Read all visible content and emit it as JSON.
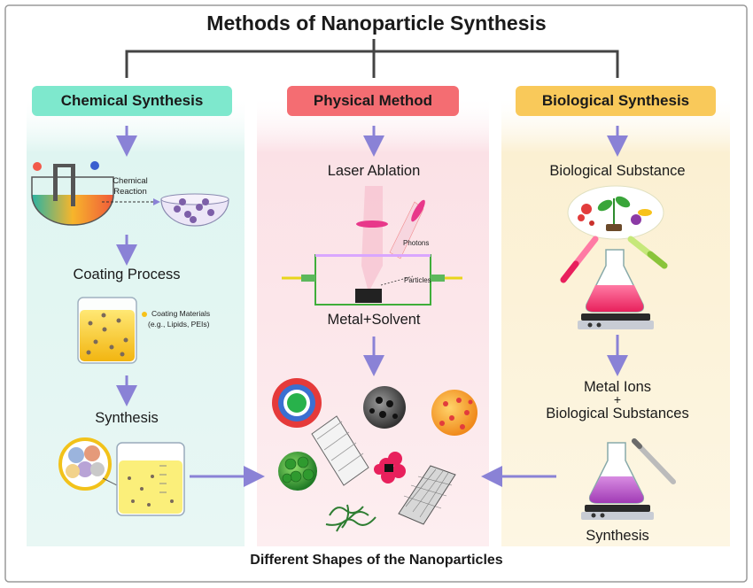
{
  "title": "Methods of Nanoparticle Synthesis",
  "columns": {
    "chemical": {
      "header": "Chemical Synthesis",
      "reaction_label": [
        "Chemical",
        "Reaction"
      ],
      "step1": "Coating Process",
      "coating_label": [
        "Coating Materials",
        "(e.g., Lipids, PEIs)"
      ],
      "step2": "Synthesis"
    },
    "physical": {
      "header": "Physical Method",
      "step1": "Laser Ablation",
      "photons_label": "Photons",
      "particles_label": "Particles",
      "step2": "Metal+Solvent"
    },
    "biological": {
      "header": "Biological Synthesis",
      "step1": "Biological Substance",
      "step2_lines": [
        "Metal Ions",
        "+",
        "Biological Substances"
      ],
      "step3": "Synthesis"
    }
  },
  "bottom_caption": "Different Shapes of the Nanoparticles",
  "colors": {
    "chemical_panel": "#dff5f1",
    "chemical_header": "#7ee8cd",
    "physical_panel": "#fbe3e7",
    "physical_header": "#f46d72",
    "biological_panel": "#fbf2d6",
    "biological_header": "#f9c95a",
    "arrow": "#8a82d6"
  }
}
